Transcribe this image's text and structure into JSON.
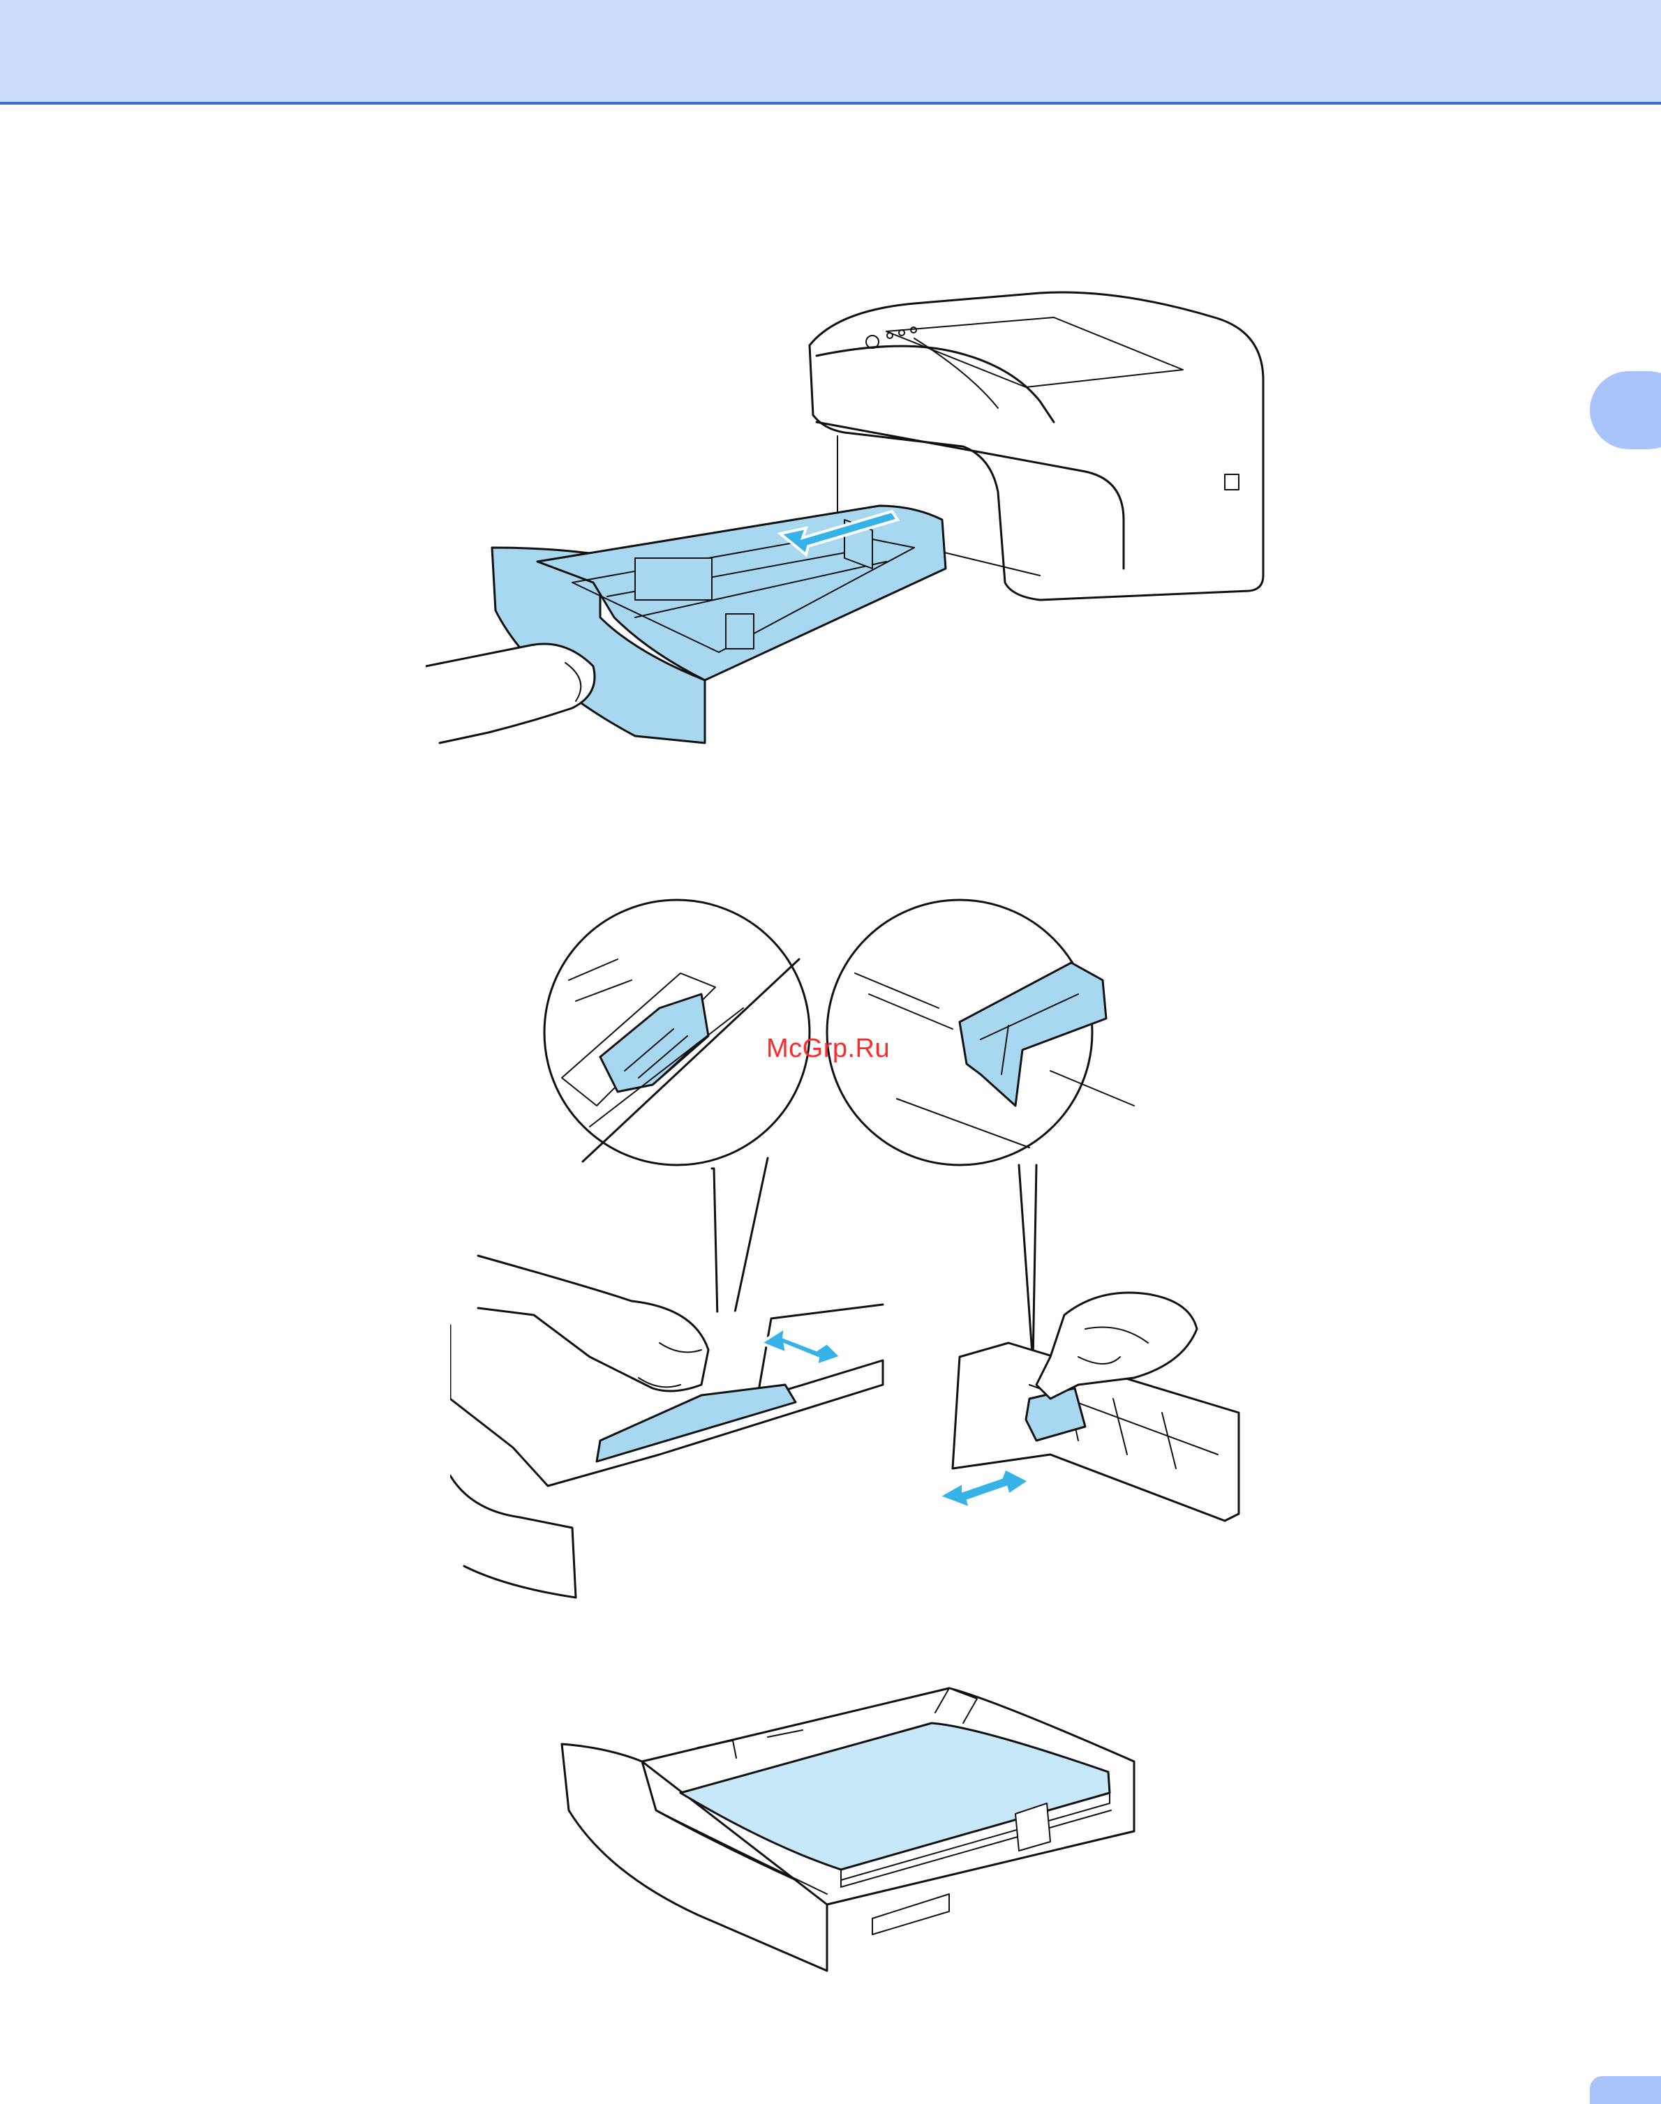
{
  "watermark": {
    "text": "McGrp.Ru"
  },
  "colors": {
    "header_band": "#cbdcfc",
    "header_rule": "#3a6fd8",
    "chapter_tab": "#a9c4fb",
    "illustration_blue": "#a8d8f0",
    "arrow_blue": "#35b2e8",
    "watermark_red": "#ff2a2a"
  },
  "icons": {
    "step1": "printer-tray-pull-out-illustration",
    "step2": "paper-guide-adjust-illustration",
    "step3": "paper-loaded-tray-illustration",
    "arrow": "blue-direction-arrow-icon"
  }
}
